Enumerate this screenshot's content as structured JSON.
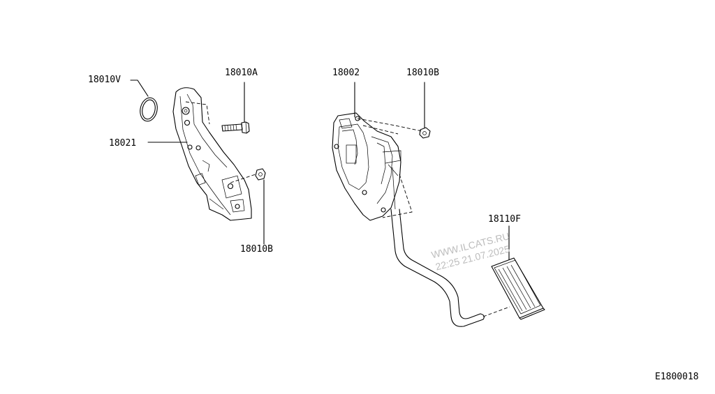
{
  "labels": {
    "grommet": "18010V",
    "bolt": "18010A",
    "bracket": "18021",
    "nut_left": "18010B",
    "pedal_assembly": "18002",
    "nut_right": "18010B",
    "pedal_pad": "18110F"
  },
  "watermark": {
    "line1": "WWW.ILCATS.RU",
    "line2": "22:25 21.07.2025"
  },
  "figure_code": "E1800018"
}
